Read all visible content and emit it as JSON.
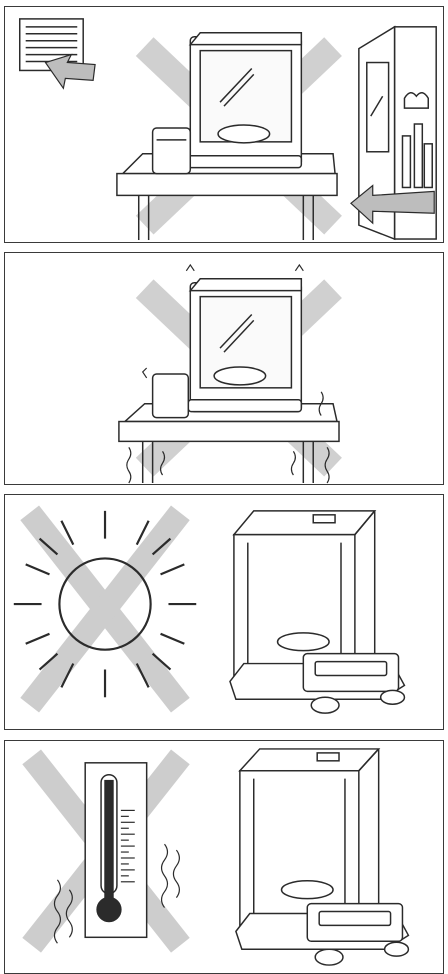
{
  "panels": [
    {
      "id": "draft-warning",
      "icons": [
        "air-vent-icon",
        "balance-icon",
        "door-icon",
        "cross-icon"
      ]
    },
    {
      "id": "vibration-warning",
      "icons": [
        "balance-icon",
        "vibration-icon",
        "cross-icon"
      ]
    },
    {
      "id": "sunlight-warning",
      "icons": [
        "sun-icon",
        "balance-icon",
        "cross-icon"
      ]
    },
    {
      "id": "temperature-warning",
      "icons": [
        "thermometer-icon",
        "heat-wave-icon",
        "balance-icon",
        "cross-icon"
      ]
    }
  ],
  "colors": {
    "line": "#2b2b2b",
    "cross": "#c8c8c8",
    "arrow": "#bdbdbd",
    "watermark": "#eef1f6"
  }
}
